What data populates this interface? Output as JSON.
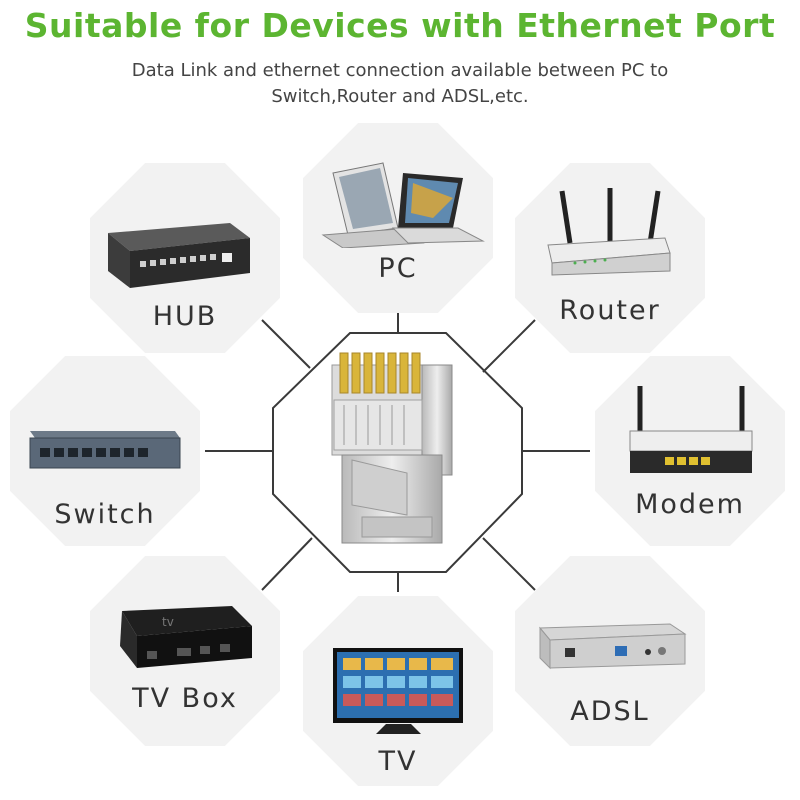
{
  "header": {
    "title": "Suitable for Devices with Ethernet Port",
    "subtitle_line1": "Data Link and ethernet connection available between PC to",
    "subtitle_line2": "Switch,Router and ADSL,etc."
  },
  "devices": {
    "pc": "PC",
    "hub": "HUB",
    "router": "Router",
    "switch": "Switch",
    "modem": "Modem",
    "tv_box": "TV Box",
    "tv": "TV",
    "adsl": "ADSL"
  },
  "colors": {
    "title": "#5cb531",
    "tile": "#f2f2f2",
    "line": "#3a3a3a"
  }
}
